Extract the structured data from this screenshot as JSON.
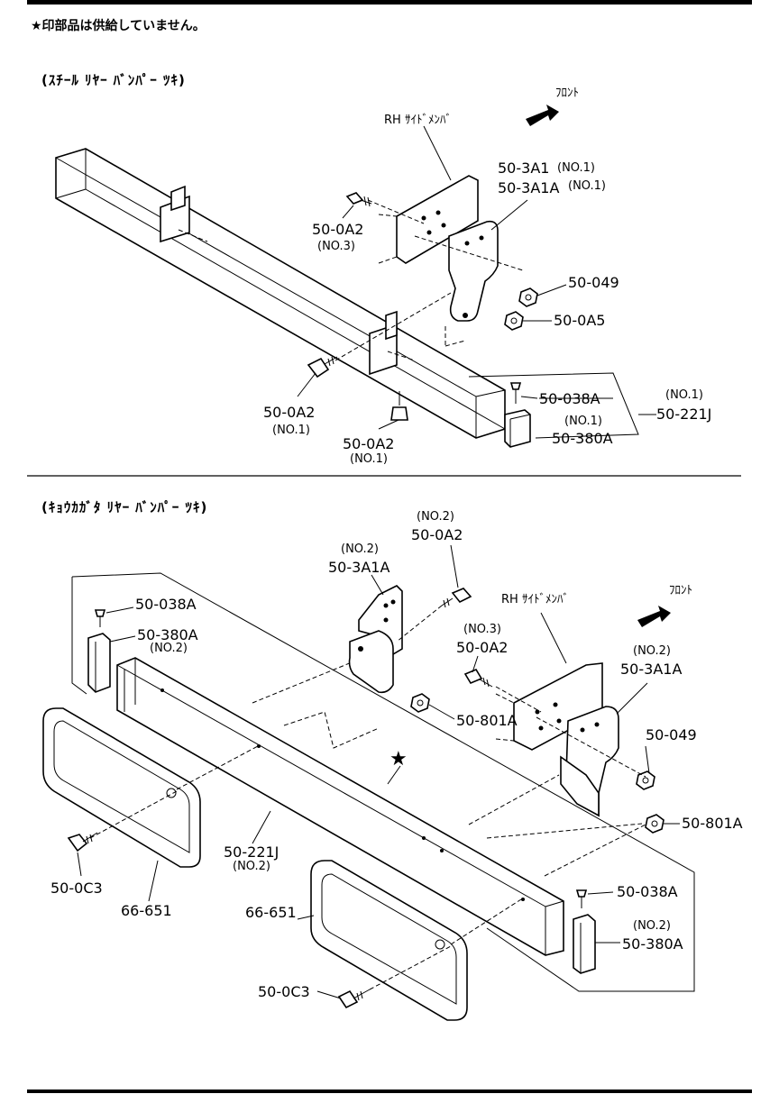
{
  "header_note": "★印部品は供給していません。",
  "sections": [
    {
      "title": "(ｽﾁｰﾙ ﾘﾔｰ ﾊﾞﾝﾊﾟｰ ﾂｷ)",
      "front_label": "ﾌﾛﾝﾄ",
      "member_label": "RH ｻｲﾄﾞﾒﾝﾊﾞ",
      "labels": {
        "p_3a1": "50-3A1",
        "p_3a1_sub": "(NO.1)",
        "p_3a1a": "50-3A1A",
        "p_3a1a_sub": "(NO.1)",
        "p_0a2_a": "50-0A2",
        "p_0a2_a_sub": "(NO.3)",
        "p_049": "50-049",
        "p_0a5": "50-0A5",
        "p_038a": "50-038A",
        "p_221j_sub": "(NO.1)",
        "p_221j": "50-221J",
        "p_380a_sub": "(NO.1)",
        "p_380a": "50-380A",
        "p_0a2_b": "50-0A2",
        "p_0a2_b_sub": "(NO.1)",
        "p_0a2_c": "50-0A2",
        "p_0a2_c_sub": "(NO.1)"
      }
    },
    {
      "title": "(ｷｮｳｶｶﾞﾀ ﾘﾔｰ ﾊﾞﾝﾊﾟｰ ﾂｷ)",
      "front_label": "ﾌﾛﾝﾄ",
      "member_label": "RH ｻｲﾄﾞﾒﾝﾊﾞ",
      "star": "★",
      "labels": {
        "p_0a2_top_sub": "(NO.2)",
        "p_0a2_top": "50-0A2",
        "p_3a1a_l_sub": "(NO.2)",
        "p_3a1a_l": "50-3A1A",
        "p_038a_l": "50-038A",
        "p_380a_l": "50-380A",
        "p_380a_l_sub": "(NO.2)",
        "p_0a2_r_sub": "(NO.3)",
        "p_0a2_r": "50-0A2",
        "p_3a1a_r_sub": "(NO.2)",
        "p_3a1a_r": "50-3A1A",
        "p_801a_a": "50-801A",
        "p_049": "50-049",
        "p_801a_b": "50-801A",
        "p_221j": "50-221J",
        "p_221j_sub": "(NO.2)",
        "p_0c3_l": "50-0C3",
        "p_651_l": "66-651",
        "p_651_r": "66-651",
        "p_038a_r": "50-038A",
        "p_380a_r_sub": "(NO.2)",
        "p_380a_r": "50-380A",
        "p_0c3_b": "50-0C3"
      }
    }
  ]
}
